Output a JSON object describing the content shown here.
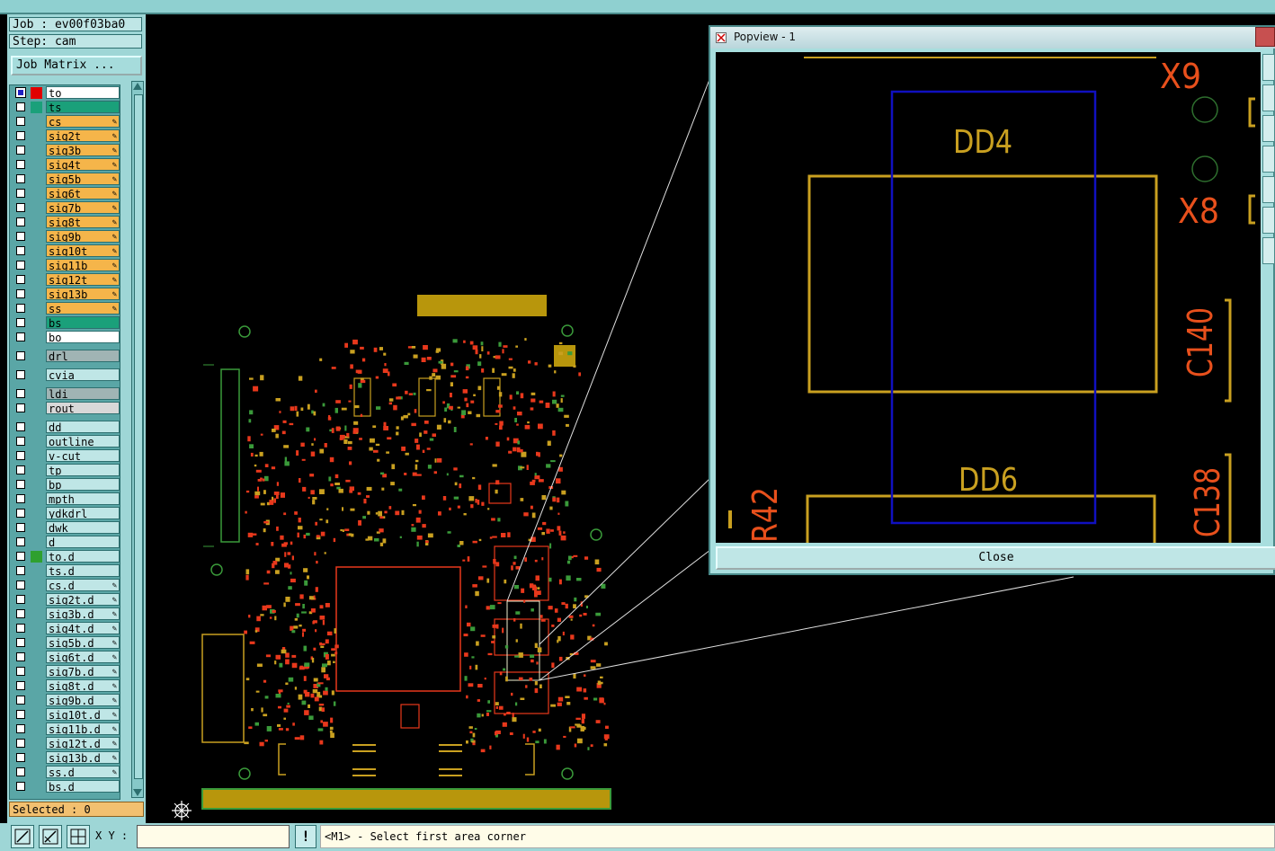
{
  "job": {
    "label": "Job : ev00f03ba0",
    "step": "Step: cam",
    "matrix_button": "Job Matrix ..."
  },
  "layers": [
    {
      "name": "to",
      "color": "#ffffff",
      "swatch": "#e00000",
      "active": true
    },
    {
      "name": "ts",
      "color": "#1aa07a",
      "swatch": "#1aa07a"
    },
    {
      "name": "cs",
      "color": "#f5b54a",
      "swatch": "#5aa6a6",
      "pen": true
    },
    {
      "name": "sig2t",
      "color": "#f5b54a",
      "pen": true
    },
    {
      "name": "sig3b",
      "color": "#f5b54a",
      "pen": true
    },
    {
      "name": "sig4t",
      "color": "#f5b54a",
      "pen": true
    },
    {
      "name": "sig5b",
      "color": "#f5b54a",
      "pen": true
    },
    {
      "name": "sig6t",
      "color": "#f5b54a",
      "pen": true
    },
    {
      "name": "sig7b",
      "color": "#f5b54a",
      "pen": true
    },
    {
      "name": "sig8t",
      "color": "#f5b54a",
      "pen": true
    },
    {
      "name": "sig9b",
      "color": "#f5b54a",
      "pen": true
    },
    {
      "name": "sig10t",
      "color": "#f5b54a",
      "pen": true
    },
    {
      "name": "sig11b",
      "color": "#f5b54a",
      "pen": true
    },
    {
      "name": "sig12t",
      "color": "#f5b54a",
      "pen": true
    },
    {
      "name": "sig13b",
      "color": "#f5b54a",
      "pen": true
    },
    {
      "name": "ss",
      "color": "#f5b54a",
      "pen": true
    },
    {
      "name": "bs",
      "color": "#1aa07a"
    },
    {
      "name": "bo",
      "color": "#ffffff"
    },
    {
      "name": "drl",
      "color": "#a0b4b4",
      "gap": true
    },
    {
      "name": "cvia",
      "color": "#bfe6e6",
      "gap": true
    },
    {
      "name": "ldi",
      "color": "#a0b4b4",
      "gap": true
    },
    {
      "name": "rout",
      "color": "#d8d8d8"
    },
    {
      "name": "dd",
      "color": "#bfe6e6",
      "gap": true
    },
    {
      "name": "outline",
      "color": "#bfe6e6"
    },
    {
      "name": "v-cut",
      "color": "#bfe6e6"
    },
    {
      "name": "tp",
      "color": "#bfe6e6"
    },
    {
      "name": "bp",
      "color": "#bfe6e6"
    },
    {
      "name": "mpth",
      "color": "#bfe6e6"
    },
    {
      "name": "ydkdrl",
      "color": "#bfe6e6"
    },
    {
      "name": "dwk",
      "color": "#bfe6e6"
    },
    {
      "name": "d",
      "color": "#bfe6e6"
    },
    {
      "name": "to.d",
      "color": "#bfe6e6",
      "swatch": "#2fa02f"
    },
    {
      "name": "ts.d",
      "color": "#bfe6e6"
    },
    {
      "name": "cs.d",
      "color": "#bfe6e6",
      "pen": true
    },
    {
      "name": "sig2t.d",
      "color": "#bfe6e6",
      "pen": true
    },
    {
      "name": "sig3b.d",
      "color": "#bfe6e6",
      "pen": true
    },
    {
      "name": "sig4t.d",
      "color": "#bfe6e6",
      "pen": true
    },
    {
      "name": "sig5b.d",
      "color": "#bfe6e6",
      "pen": true
    },
    {
      "name": "sig6t.d",
      "color": "#bfe6e6",
      "pen": true
    },
    {
      "name": "sig7b.d",
      "color": "#bfe6e6",
      "pen": true
    },
    {
      "name": "sig8t.d",
      "color": "#bfe6e6",
      "pen": true
    },
    {
      "name": "sig9b.d",
      "color": "#bfe6e6",
      "pen": true
    },
    {
      "name": "sig10t.d",
      "color": "#bfe6e6",
      "pen": true
    },
    {
      "name": "sig11b.d",
      "color": "#bfe6e6",
      "pen": true
    },
    {
      "name": "sig12t.d",
      "color": "#bfe6e6",
      "pen": true
    },
    {
      "name": "sig13b.d",
      "color": "#bfe6e6",
      "pen": true
    },
    {
      "name": "ss.d",
      "color": "#bfe6e6",
      "pen": true
    },
    {
      "name": "bs.d",
      "color": "#bfe6e6"
    }
  ],
  "selected": "Selected : 0",
  "bottom": {
    "xy_label": "X Y :",
    "xy_value": "",
    "warn": "!",
    "status": "<M1> - Select first area corner"
  },
  "popup": {
    "title": "Popview - 1",
    "close_label": "Close"
  },
  "zoom_labels": {
    "x9": "X9",
    "x8": "X8",
    "dd4": "DD4",
    "dd6": "DD6",
    "c140": "C140",
    "c138": "C138",
    "r42": "R42"
  },
  "icons": [
    "crosshair-icon",
    "zoom-area-icon",
    "measure-icon",
    "grid-icon",
    "warning-icon"
  ],
  "colors": {
    "board_fill": "#b8960c",
    "component_red": "#e8381c",
    "component_gold": "#c9a020",
    "zoom_box": "#1010c0",
    "background": "#000000"
  }
}
